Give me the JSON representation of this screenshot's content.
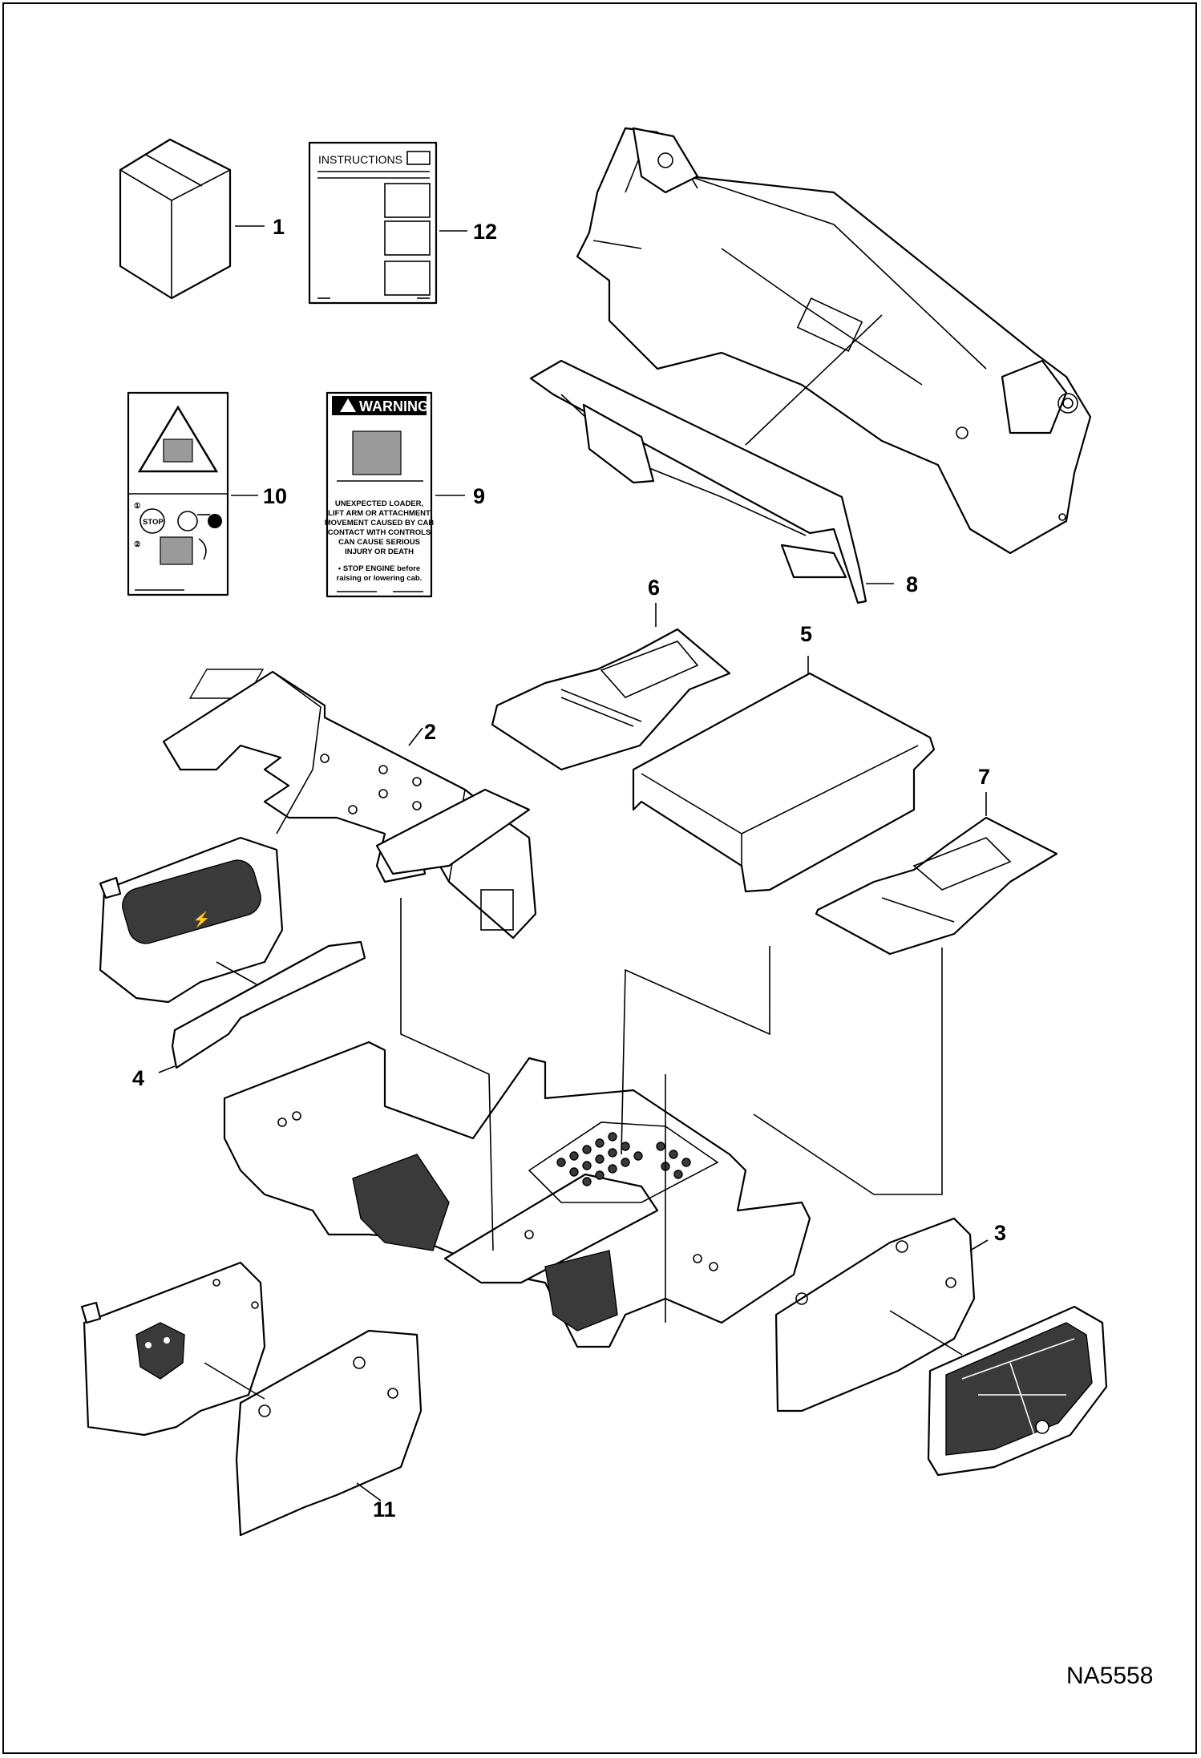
{
  "figure_id": "NA5558",
  "callouts": [
    {
      "id": "c1",
      "text": "1"
    },
    {
      "id": "c2",
      "text": "2"
    },
    {
      "id": "c3",
      "text": "3"
    },
    {
      "id": "c4",
      "text": "4"
    },
    {
      "id": "c5",
      "text": "5"
    },
    {
      "id": "c6",
      "text": "6"
    },
    {
      "id": "c7",
      "text": "7"
    },
    {
      "id": "c8",
      "text": "8"
    },
    {
      "id": "c9",
      "text": "9"
    },
    {
      "id": "c10",
      "text": "10"
    },
    {
      "id": "c11",
      "text": "11"
    },
    {
      "id": "c12",
      "text": "12"
    }
  ],
  "instructions_card": {
    "title": "INSTRUCTIONS"
  },
  "decal_9": {
    "header": "WARNING",
    "body": [
      "UNEXPECTED LOADER,",
      "LIFT ARM OR ATTACHMENT",
      "MOVEMENT CAUSED BY CAB",
      "CONTACT WITH CONTROLS",
      "CAN CAUSE SERIOUS",
      "INJURY OR DEATH"
    ],
    "footer": [
      "• STOP ENGINE before",
      "raising or lowering cab."
    ]
  },
  "decal_10": {
    "step1": "①",
    "step2": "②",
    "stop": "STOP"
  },
  "colors": {
    "line": "#000000",
    "background": "#ffffff",
    "shade": "#3a3a3a"
  }
}
